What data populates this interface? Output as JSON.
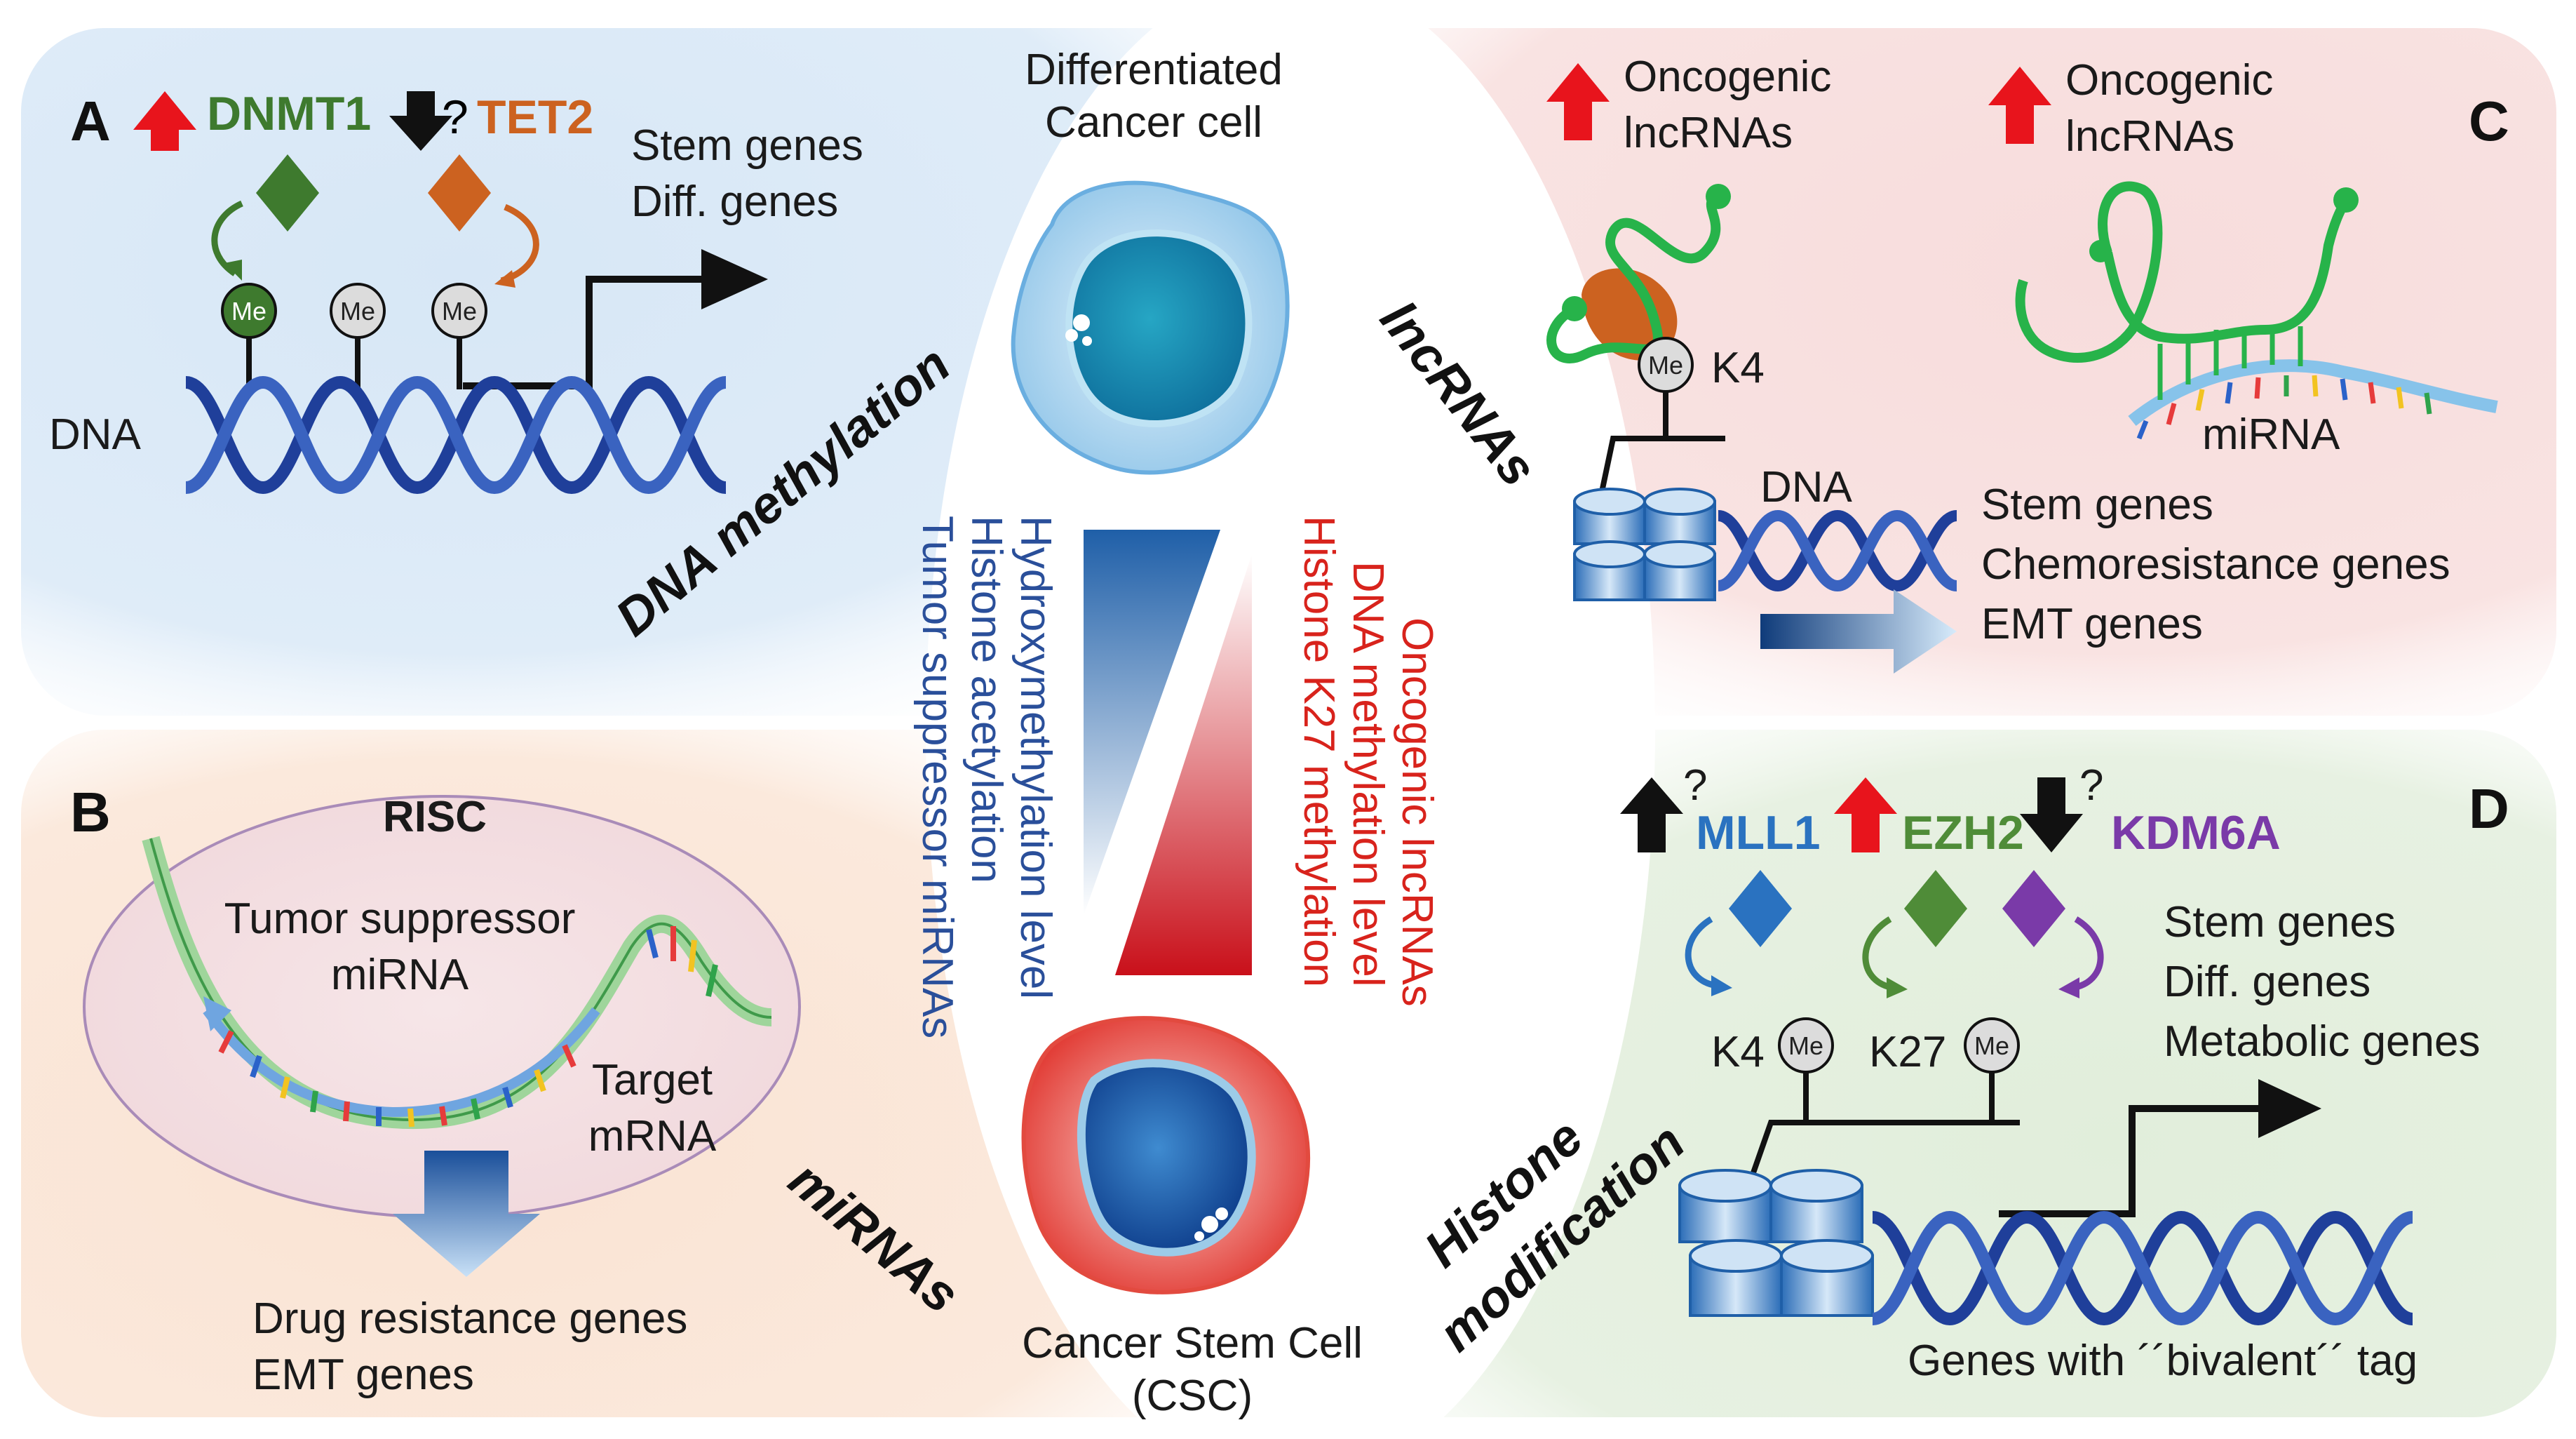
{
  "center": {
    "top_cell_label": [
      "Differentiated",
      "Cancer cell"
    ],
    "bottom_cell_label": [
      "Cancer Stem Cell",
      "(CSC)"
    ],
    "blue_gradient_labels": [
      "Hydroxymethylation level",
      "Histone acetylation",
      "Tumor suppressor miRNAs"
    ],
    "red_gradient_labels": [
      "Oncogenic lncRNAs",
      "DNA methylation level",
      "Histone K27 methylation"
    ]
  },
  "panel_a": {
    "letter": "A",
    "enzyme1": "DNMT1",
    "enzyme2": "TET2",
    "question": "?",
    "me": "Me",
    "genes": [
      "Stem genes",
      "Diff. genes"
    ],
    "dna": "DNA",
    "side_title": "DNA methylation"
  },
  "panel_b": {
    "letter": "B",
    "risc": "RISC",
    "mirna": [
      "Tumor suppressor",
      "miRNA"
    ],
    "target": [
      "Target",
      "mRNA"
    ],
    "genes": [
      "Drug resistance genes",
      "EMT genes"
    ],
    "side_title": "miRNAs"
  },
  "panel_c": {
    "letter": "C",
    "lnc1": [
      "Oncogenic",
      "lncRNAs"
    ],
    "lnc2": [
      "Oncogenic",
      "lncRNAs"
    ],
    "me": "Me",
    "k4": "K4",
    "dna": "DNA",
    "mirna": "miRNA",
    "genes": [
      "Stem genes",
      "Chemoresistance genes",
      "EMT genes"
    ],
    "side_title": "lncRNAs"
  },
  "panel_d": {
    "letter": "D",
    "enzyme1": "MLL1",
    "enzyme2": "EZH2",
    "enzyme3": "KDM6A",
    "question": "?",
    "me": "Me",
    "k4": "K4",
    "k27": "K27",
    "genes": [
      "Stem genes",
      "Diff. genes",
      "Metabolic genes"
    ],
    "bivalent": "Genes with ´´bivalent´´ tag",
    "side_title": [
      "Histone",
      "modification"
    ]
  },
  "colors": {
    "dna_blue": "#1f3f9a",
    "up_red": "#e8141c",
    "dnmt1_green": "#3e7a2e",
    "tet2_orange": "#cc6220",
    "mll1_blue": "#2a72c0",
    "ezh2_green": "#4f8c38",
    "kdm6a_purple": "#7a3aa8",
    "lnc_green": "#27b34a",
    "center_blue_text": "#2a4f9a",
    "center_red_text": "#d8231c"
  }
}
